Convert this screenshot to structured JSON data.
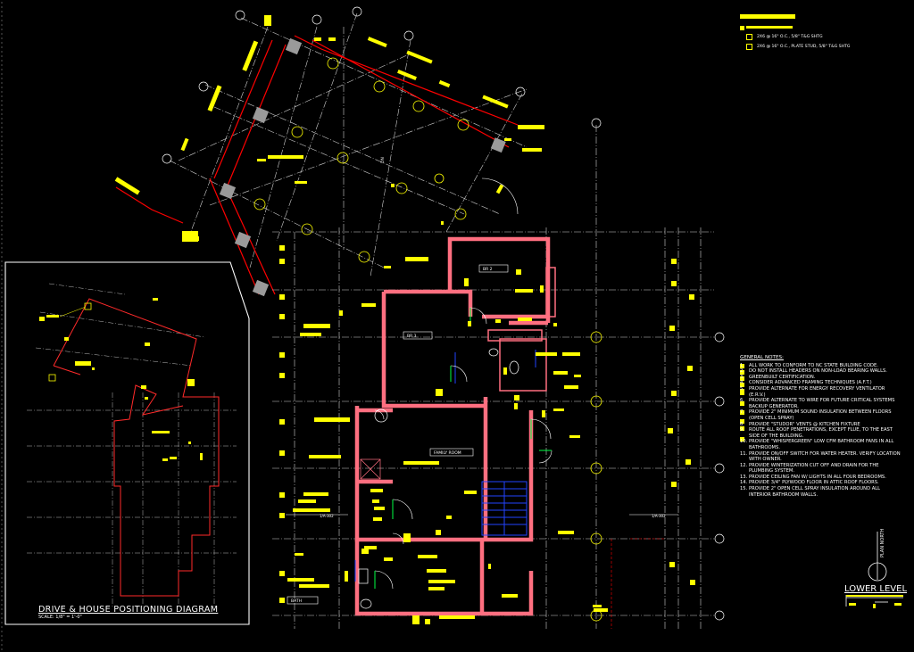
{
  "drawing": {
    "inset_title": "DRIVE & HOUSE POSITIONING DIAGRAM",
    "inset_scale": "SCALE: 1/8\" = 1'-0\"",
    "sheet_title": "LOWER LEVEL",
    "north_label": "PLAN NORTH",
    "colors": {
      "background": "#000000",
      "annotation": "#ffff00",
      "walls": "#ff5a6e",
      "gridlines": "#ffffff",
      "stairs": "#1f3bff",
      "drive": "#ff0000"
    }
  },
  "legend": {
    "items": [
      {
        "text": "2X6 @ 16\" O.C., 5/8\" T&G SHTG"
      },
      {
        "text": "2X6 @ 16\" O.C., PLATE STUD, 5/8\" T&G SHTG"
      }
    ]
  },
  "rooms": [
    {
      "label": "BR 2"
    },
    {
      "label": "BR 3"
    },
    {
      "label": "FAMILY ROOM"
    },
    {
      "label": "BATH"
    }
  ],
  "section_tags": [
    "1/A-302",
    "1/A-302"
  ],
  "general_notes": {
    "heading": "GENERAL NOTES:",
    "items": [
      {
        "num": "1.",
        "text": "ALL WORK TO CONFORM TO NC STATE BUILDING CODE."
      },
      {
        "num": "2.",
        "text": "DO NOT INSTALL HEADERS ON NON-LOAD BEARING WALLS."
      },
      {
        "num": "3.",
        "text": "GREENBUILT CERTIFICATION."
      },
      {
        "num": "4.",
        "text": "CONSIDER ADVANCED FRAMING TECHNIQUES (A.F.T.)"
      },
      {
        "num": "5.",
        "text": "PROVIDE ALTERNATE FOR ENERGY RECOVERY VENTILATOR (E.R.V.)"
      },
      {
        "num": "6.",
        "text": "PROVIDE ALTERNATE TO WIRE FOR FUTURE CRITICAL SYSTEMS BACKUP GENERATOR."
      },
      {
        "num": "7.",
        "text": "PROVIDE 2\" MINIMUM SOUND INSULATION BETWEEN FLOORS (OPEN CELL SPRAY)"
      },
      {
        "num": "8.",
        "text": "PROVIDE \"STUDOR\" VENTS @ KITCHEN FIXTURE"
      },
      {
        "num": "9.",
        "text": "ROUTE ALL ROOF PENETRATIONS, EXCEPT FLUE, TO THE EAST SIDE OF THE BUILDING."
      },
      {
        "num": "10.",
        "text": "PROVIDE \"WHISPERGREEN\" LOW CFM BATHROOM FANS IN ALL BATHROOMS."
      },
      {
        "num": "11.",
        "text": "PROVIDE ON/OFF SWITCH FOR WATER HEATER. VERIFY LOCATION WITH OWNER."
      },
      {
        "num": "12.",
        "text": "PROVIDE WINTERIZATION CUT OFF AND DRAIN FOR THE PLUMBING SYSTEM."
      },
      {
        "num": "13.",
        "text": "PROVIDE CEILING FAN W/ LIGHTS IN ALL FOUR BEDROOMS."
      },
      {
        "num": "14.",
        "text": "PROVIDE 3/4\" PLYWOOD FLOOR IN ATTIC ROOF FLOORS."
      },
      {
        "num": "15.",
        "text": "PROVIDE 2\" OPEN CELL SPRAY INSULATION AROUND ALL INTERIOR BATHROOM WALLS."
      }
    ]
  }
}
